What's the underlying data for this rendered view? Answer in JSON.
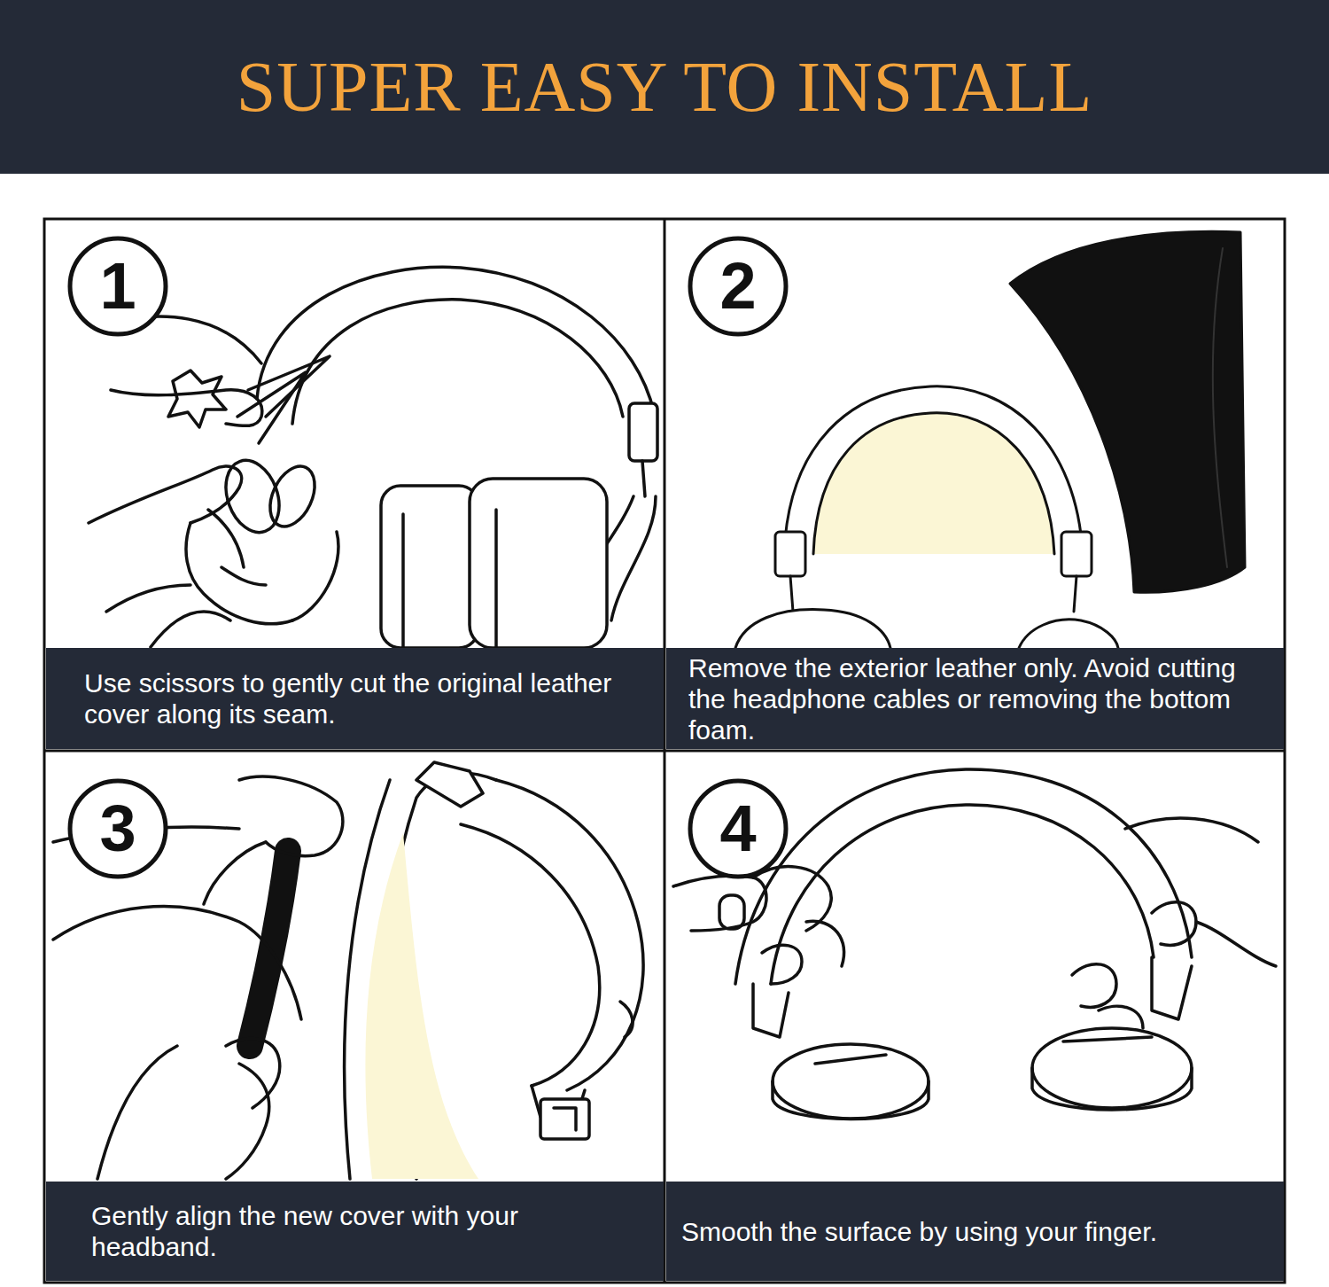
{
  "diagram": {
    "title": "SUPER EASY TO INSTALL",
    "nodes": [
      {
        "text": [
          "1"
        ]
      },
      {
        "text": [
          "Use scissors to gently cut the original leather cover along its seam."
        ]
      },
      {
        "text": [
          "2"
        ]
      },
      {
        "text": [
          "Remove the exterior leather only. Avoid cutting the headphone cables or removing the bottom foam."
        ]
      },
      {
        "text": [
          "3"
        ]
      },
      {
        "text": [
          "Gently align the new cover with your headband."
        ]
      },
      {
        "text": [
          "4"
        ]
      },
      {
        "text": [
          "Smooth the surface by using your finger."
        ]
      }
    ]
  }
}
